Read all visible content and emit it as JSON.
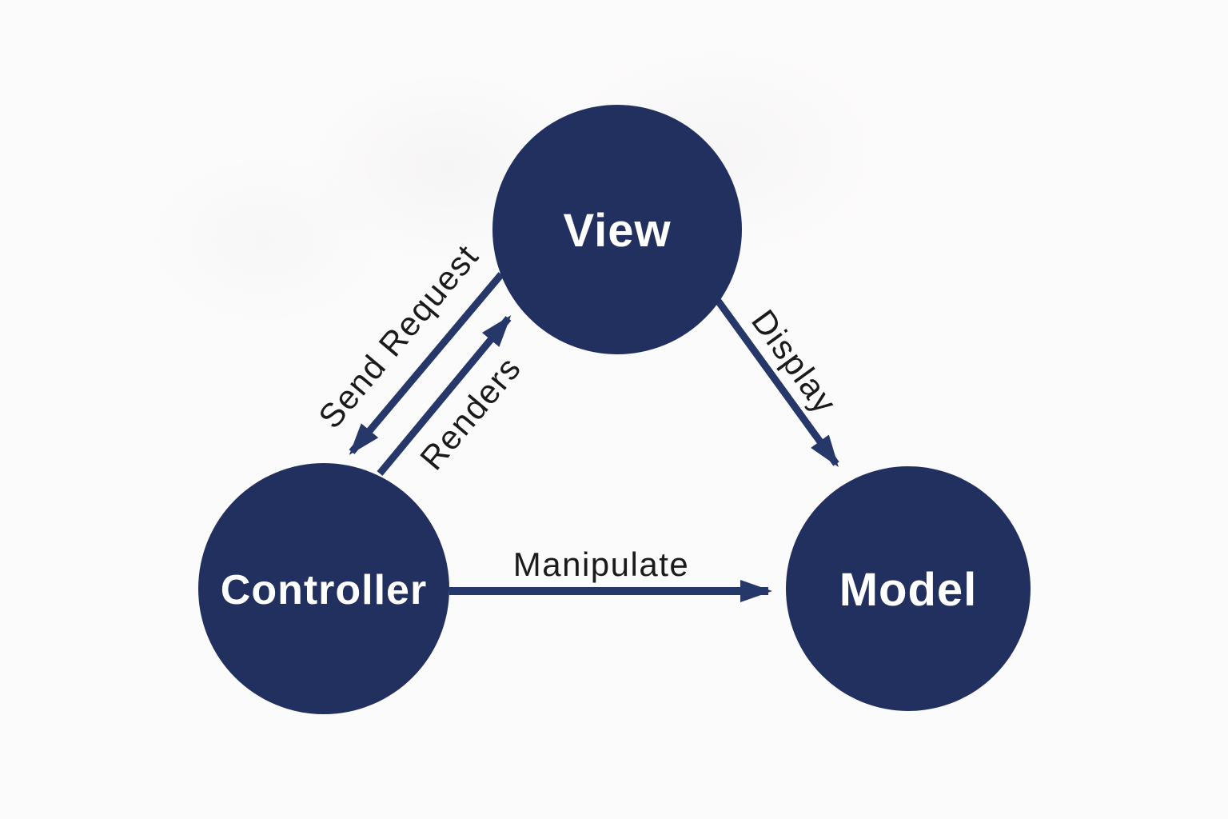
{
  "diagram": {
    "type": "mvc-architecture",
    "colors": {
      "background": "#fcfbfb",
      "node_fill": "#21305f",
      "node_text": "#ffffff",
      "arrow": "#263769",
      "edge_label": "#1b1b1b"
    },
    "nodes": [
      {
        "id": "view",
        "label": "View"
      },
      {
        "id": "controller",
        "label": "Controller"
      },
      {
        "id": "model",
        "label": "Model"
      }
    ],
    "edges": [
      {
        "id": "send-request",
        "from": "view",
        "to": "controller",
        "label": "Send Request"
      },
      {
        "id": "renders",
        "from": "controller",
        "to": "view",
        "label": "Renders"
      },
      {
        "id": "display",
        "from": "view",
        "to": "model",
        "label": "Display"
      },
      {
        "id": "manipulate",
        "from": "controller",
        "to": "model",
        "label": "Manipulate"
      }
    ]
  }
}
